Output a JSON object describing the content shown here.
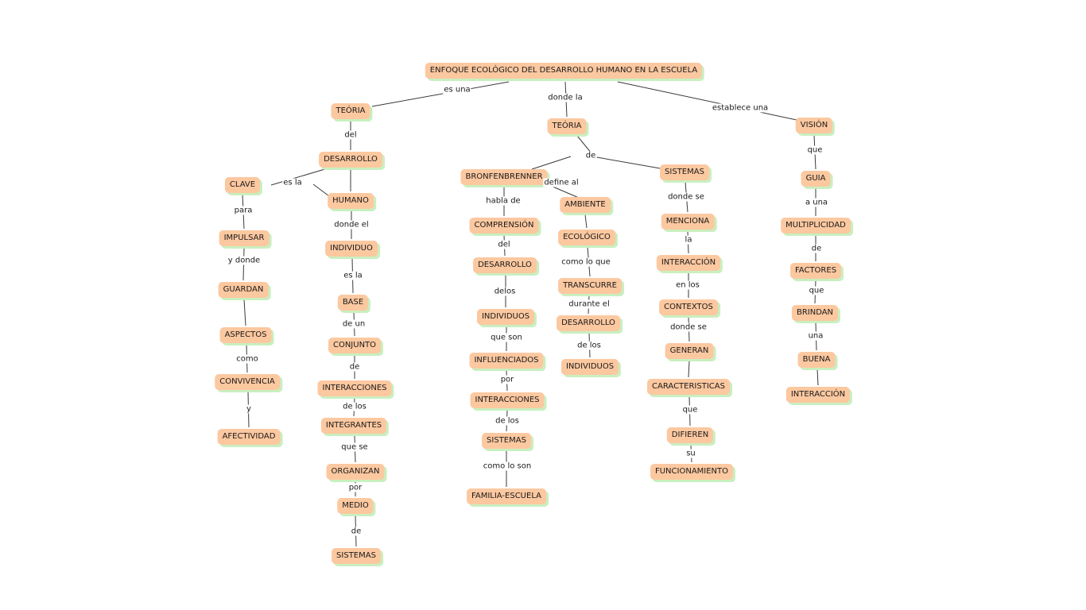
{
  "nodes": [
    {
      "id": "root",
      "label": "ENFOQUE ECOLÓGICO DEL DESARROLLO HUMANO EN LA ESCUELA"
    },
    {
      "id": "teoria1",
      "label": "TEÓRIA"
    },
    {
      "id": "teoria2",
      "label": "TEÓRIA"
    },
    {
      "id": "vision",
      "label": "VISIÓN"
    },
    {
      "id": "desarrollo1",
      "label": "DESARROLLO"
    },
    {
      "id": "humano",
      "label": "HUMANO"
    },
    {
      "id": "clave",
      "label": "CLAVE"
    },
    {
      "id": "impulsar",
      "label": "IMPULSAR"
    },
    {
      "id": "guardan",
      "label": "GUARDAN"
    },
    {
      "id": "aspectos",
      "label": "ASPECTOS"
    },
    {
      "id": "convivencia",
      "label": "CONVIVENCIA"
    },
    {
      "id": "afectividad",
      "label": "AFECTIVIDAD"
    },
    {
      "id": "individuo",
      "label": "INDIVIDUO"
    },
    {
      "id": "base",
      "label": "BASE"
    },
    {
      "id": "conjunto",
      "label": "CONJUNTO"
    },
    {
      "id": "interacciones1",
      "label": "INTERACCIONES"
    },
    {
      "id": "integrantes",
      "label": "INTEGRANTES"
    },
    {
      "id": "organizan",
      "label": "ORGANIZAN"
    },
    {
      "id": "medio",
      "label": "MEDIO"
    },
    {
      "id": "sistemas1",
      "label": "SISTEMAS"
    },
    {
      "id": "bronfenbrenner",
      "label": "BRONFENBRENNER"
    },
    {
      "id": "comprension",
      "label": "COMPRENSIÓN"
    },
    {
      "id": "desarrollo2",
      "label": "DESARROLLO"
    },
    {
      "id": "individuos1",
      "label": "INDIVIDUOS"
    },
    {
      "id": "influenciados",
      "label": "INFLUENCIADOS"
    },
    {
      "id": "interacciones2",
      "label": "INTERACCIONES"
    },
    {
      "id": "sistemas2",
      "label": "SISTEMAS"
    },
    {
      "id": "familia",
      "label": "FAMILIA-ESCUELA"
    },
    {
      "id": "ambiente",
      "label": "AMBIENTE"
    },
    {
      "id": "ecologico",
      "label": "ECOLÓGICO"
    },
    {
      "id": "transcurre",
      "label": "TRANSCURRE"
    },
    {
      "id": "desarrollo3",
      "label": "DESARROLLO"
    },
    {
      "id": "individuos2",
      "label": "INDIVIDUOS"
    },
    {
      "id": "sistemas3",
      "label": "SISTEMAS"
    },
    {
      "id": "menciona",
      "label": "MENCIONA"
    },
    {
      "id": "interaccion1",
      "label": "INTERACCIÓN"
    },
    {
      "id": "contextos",
      "label": "CONTEXTOS"
    },
    {
      "id": "generan",
      "label": "GENERAN"
    },
    {
      "id": "caracteristicas",
      "label": "CARACTERISTICAS"
    },
    {
      "id": "difieren",
      "label": "DIFIEREN"
    },
    {
      "id": "funcionamiento",
      "label": "FUNCIONAMIENTO"
    },
    {
      "id": "guia",
      "label": "GUIA"
    },
    {
      "id": "multiplicidad",
      "label": "MULTIPLICIDAD"
    },
    {
      "id": "factores",
      "label": "FACTORES"
    },
    {
      "id": "brindan",
      "label": "BRINDAN"
    },
    {
      "id": "buena",
      "label": "BUENA"
    },
    {
      "id": "interaccion2",
      "label": "INTERACCIÓN"
    }
  ],
  "links": [
    {
      "id": "l_esuna",
      "label": "es una"
    },
    {
      "id": "l_dondela",
      "label": "donde la"
    },
    {
      "id": "l_establece",
      "label": "establece una"
    },
    {
      "id": "l_del1",
      "label": "del"
    },
    {
      "id": "l_esla1",
      "label": "es la"
    },
    {
      "id": "l_para",
      "label": "para"
    },
    {
      "id": "l_ydonde",
      "label": "y donde"
    },
    {
      "id": "l_como1",
      "label": "como"
    },
    {
      "id": "l_y",
      "label": "y"
    },
    {
      "id": "l_dondeel",
      "label": "donde el"
    },
    {
      "id": "l_esla2",
      "label": "es la"
    },
    {
      "id": "l_deun",
      "label": "de un"
    },
    {
      "id": "l_de1",
      "label": "de"
    },
    {
      "id": "l_delos1",
      "label": "de los"
    },
    {
      "id": "l_quese",
      "label": "que se"
    },
    {
      "id": "l_por1",
      "label": "por"
    },
    {
      "id": "l_de2",
      "label": "de"
    },
    {
      "id": "l_de3",
      "label": "de"
    },
    {
      "id": "l_hablade",
      "label": "habla de"
    },
    {
      "id": "l_del2",
      "label": "del"
    },
    {
      "id": "l_delos2",
      "label": "delos"
    },
    {
      "id": "l_queson",
      "label": "que son"
    },
    {
      "id": "l_por2",
      "label": "por"
    },
    {
      "id": "l_delos3",
      "label": "de los"
    },
    {
      "id": "l_comoloson",
      "label": "como lo son"
    },
    {
      "id": "l_defineal",
      "label": "define al"
    },
    {
      "id": "l_comoloque",
      "label": "como lo que"
    },
    {
      "id": "l_duranteel",
      "label": "durante el"
    },
    {
      "id": "l_delos4",
      "label": "de los"
    },
    {
      "id": "l_dondese1",
      "label": "donde se"
    },
    {
      "id": "l_la",
      "label": "la"
    },
    {
      "id": "l_enlos",
      "label": "en los"
    },
    {
      "id": "l_dondese2",
      "label": "donde se"
    },
    {
      "id": "l_que1",
      "label": "que"
    },
    {
      "id": "l_su",
      "label": "su"
    },
    {
      "id": "l_que2",
      "label": "que"
    },
    {
      "id": "l_auna",
      "label": "a una"
    },
    {
      "id": "l_de4",
      "label": "de"
    },
    {
      "id": "l_que3",
      "label": "que"
    },
    {
      "id": "l_una",
      "label": "una"
    }
  ]
}
